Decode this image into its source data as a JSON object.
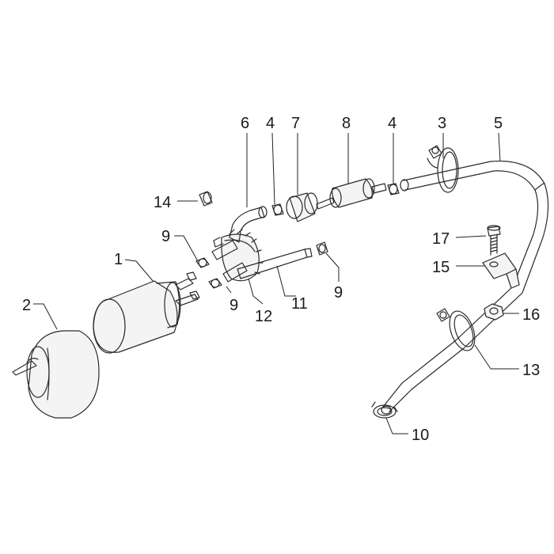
{
  "callouts": [
    {
      "id": "c1",
      "label": "1"
    },
    {
      "id": "c2",
      "label": "2"
    },
    {
      "id": "c3",
      "label": "3"
    },
    {
      "id": "c4a",
      "label": "4"
    },
    {
      "id": "c4b",
      "label": "4"
    },
    {
      "id": "c5",
      "label": "5"
    },
    {
      "id": "c6",
      "label": "6"
    },
    {
      "id": "c7",
      "label": "7"
    },
    {
      "id": "c8",
      "label": "8"
    },
    {
      "id": "c9a",
      "label": "9"
    },
    {
      "id": "c9b",
      "label": "9"
    },
    {
      "id": "c9c",
      "label": "9"
    },
    {
      "id": "c10",
      "label": "10"
    },
    {
      "id": "c11",
      "label": "11"
    },
    {
      "id": "c12",
      "label": "12"
    },
    {
      "id": "c13",
      "label": "13"
    },
    {
      "id": "c14",
      "label": "14"
    },
    {
      "id": "c15",
      "label": "15"
    },
    {
      "id": "c16",
      "label": "16"
    },
    {
      "id": "c17",
      "label": "17"
    }
  ]
}
